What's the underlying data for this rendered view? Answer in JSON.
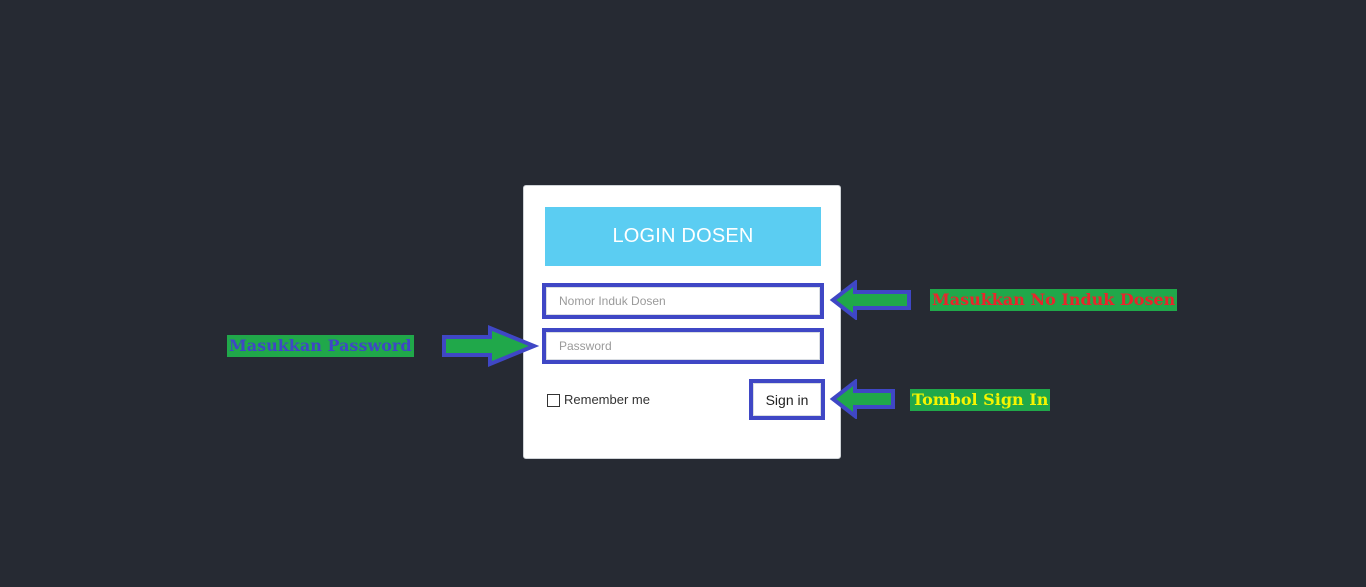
{
  "login": {
    "title": "LOGIN DOSEN",
    "nid_placeholder": "Nomor Induk Dosen",
    "password_placeholder": "Password",
    "remember_label": "Remember me",
    "signin_label": "Sign in"
  },
  "annotations": {
    "nid_note": "Masukkan No Induk Dosen",
    "password_note": "Masukkan Password",
    "signin_note": "Tombol Sign In"
  },
  "colors": {
    "background": "#262a33",
    "header": "#5bcdf2",
    "highlight_border": "#3f47c5",
    "note_background": "#20a84a",
    "nid_note_text": "#e8262c",
    "password_note_text": "#3f47c5",
    "signin_note_text": "#f5f500"
  }
}
